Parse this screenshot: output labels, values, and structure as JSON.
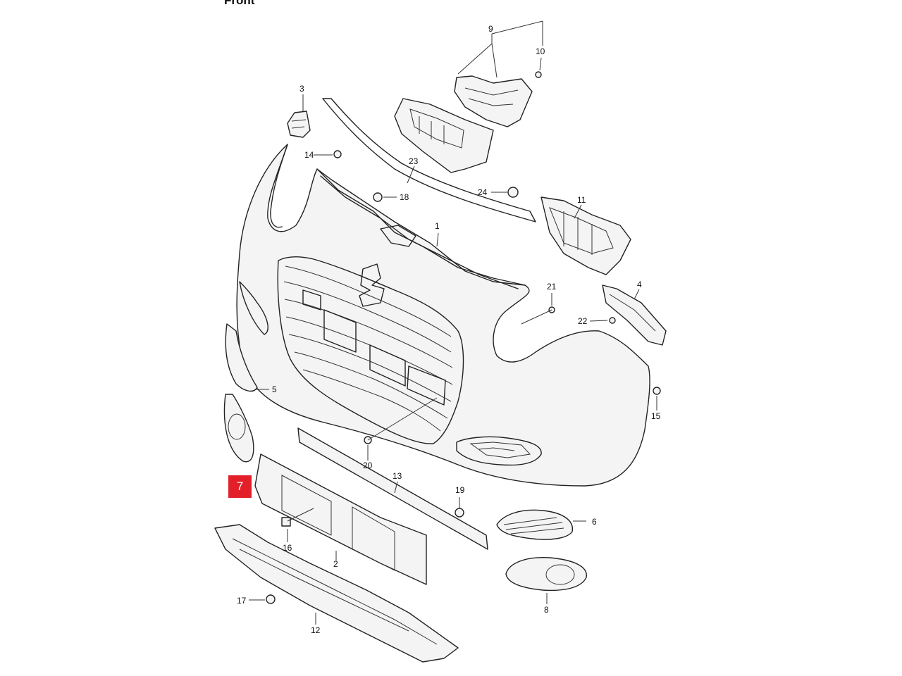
{
  "header": {
    "title_fragment": "Front"
  },
  "highlight": {
    "label": "7",
    "color": "#e3202a"
  },
  "colors": {
    "line": "#222222",
    "background": "#ffffff"
  },
  "parts": [
    {
      "id": "p1",
      "label": "1"
    },
    {
      "id": "p2",
      "label": "2"
    },
    {
      "id": "p3",
      "label": "3"
    },
    {
      "id": "p4",
      "label": "4"
    },
    {
      "id": "p5",
      "label": "5"
    },
    {
      "id": "p6",
      "label": "6"
    },
    {
      "id": "p8",
      "label": "8"
    },
    {
      "id": "p9",
      "label": "9"
    },
    {
      "id": "p10",
      "label": "10"
    },
    {
      "id": "p11",
      "label": "11"
    },
    {
      "id": "p12",
      "label": "12"
    },
    {
      "id": "p13",
      "label": "13"
    },
    {
      "id": "p14",
      "label": "14"
    },
    {
      "id": "p15",
      "label": "15"
    },
    {
      "id": "p16",
      "label": "16"
    },
    {
      "id": "p17",
      "label": "17"
    },
    {
      "id": "p18",
      "label": "18"
    },
    {
      "id": "p19",
      "label": "19"
    },
    {
      "id": "p20",
      "label": "20"
    },
    {
      "id": "p21",
      "label": "21"
    },
    {
      "id": "p22",
      "label": "22"
    },
    {
      "id": "p23",
      "label": "23"
    },
    {
      "id": "p24",
      "label": "24"
    }
  ]
}
